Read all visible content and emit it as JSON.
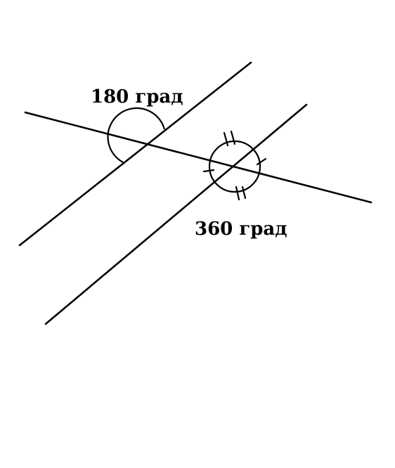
{
  "labels": {
    "angle_top": "180 град",
    "angle_bottom": "360 град"
  },
  "colors": {
    "background": "#ffffff",
    "ink": "#000000"
  },
  "elements": {
    "transversal": "line",
    "parallel_lines": 2,
    "angle_marks": [
      "semicircle-arc",
      "full-circle-with-tick-marks"
    ]
  }
}
